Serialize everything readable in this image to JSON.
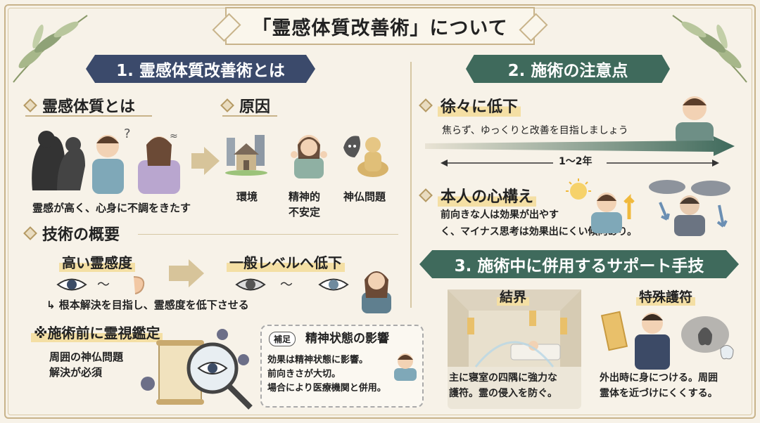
{
  "title": "「霊感体質改善術」について",
  "section1": {
    "banner": "1. 霊感体質改善術とは",
    "what_heading": "霊感体質とは",
    "what_caption": "霊感が高く、心身に不調をきたす",
    "cause_heading": "原因",
    "causes": [
      "環境",
      "精神的",
      "不安定",
      "神仏問題"
    ],
    "overview_heading": "技術の概要",
    "from_label": "高い霊感度",
    "to_label": "一般レベルへ低下",
    "overview_caption": "根本解決を目指し、霊感度を低下させる",
    "appraisal_heading": "※施術前に霊視鑑定",
    "appraisal_text": [
      "周囲の神仏問題",
      "解決が必須"
    ]
  },
  "note": {
    "tag": "補足",
    "heading": "精神状態の影響",
    "lines": [
      "効果は精神状態に影響。",
      "前向きさが大切。",
      "場合により医療機関と併用。"
    ]
  },
  "section2": {
    "banner": "2. 施術の注意点",
    "gradual_heading": "徐々に低下",
    "gradual_text": "焦らず、ゆっくりと改善を目指しましょう",
    "duration": "1〜2年",
    "mind_heading": "本人の心構え",
    "mind_lines": [
      "前向きな人は効果が出やす",
      "く、マイナス思考は効果出にくい傾向あり。"
    ]
  },
  "section3": {
    "banner": "3. 施術中に併用するサポート手技",
    "kekkai_heading": "結界",
    "kekkai_lines": [
      "主に寝室の四隅に強力な",
      "護符。霊の侵入を防ぐ。"
    ],
    "gofu_heading": "特殊護符",
    "gofu_lines": [
      "外出時に身につける。周囲",
      "霊体を近づけにくくする。"
    ]
  }
}
